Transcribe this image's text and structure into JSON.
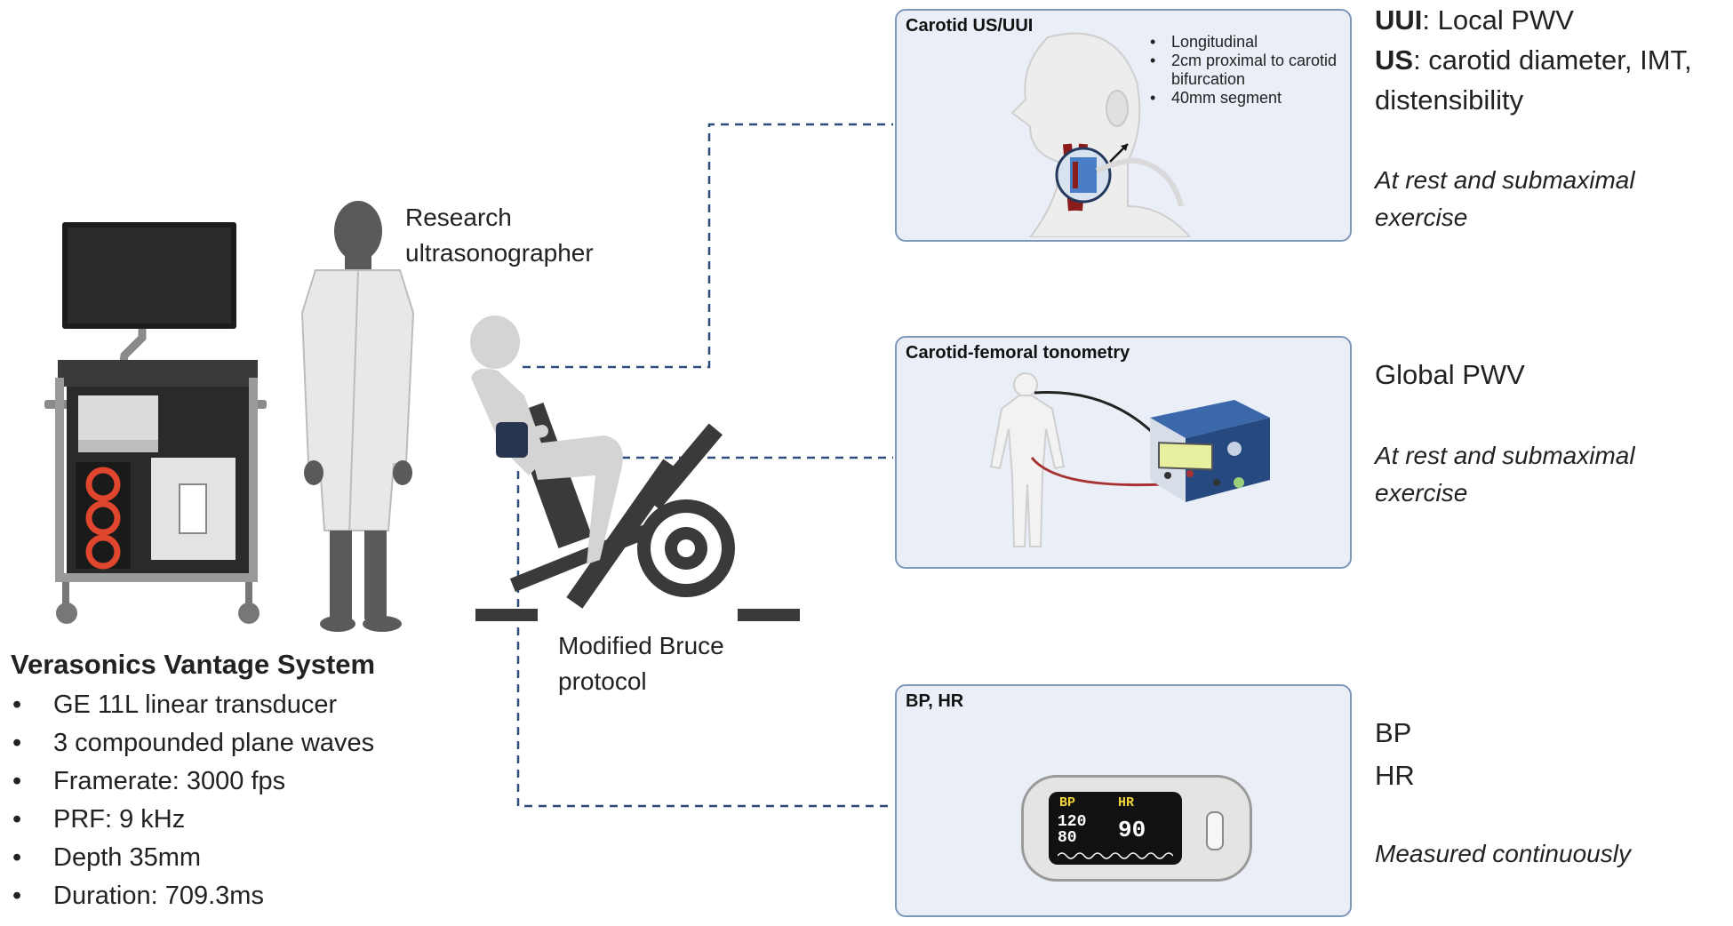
{
  "labels": {
    "researcher": "Research\nultrasonographer",
    "bike": "Modified Bruce\nprotocol"
  },
  "system": {
    "title": "Verasonics Vantage System",
    "items": [
      "GE 11L linear transducer",
      "3 compounded plane waves",
      "Framerate: 3000 fps",
      "PRF: 9 kHz",
      "Depth 35mm",
      "Duration: 709.3ms"
    ]
  },
  "panels": {
    "carotid": {
      "title": "Carotid US/UUI",
      "notes": [
        "Longitudinal",
        "2cm proximal to carotid bifurcation",
        "40mm segment"
      ]
    },
    "tonometry": {
      "title": "Carotid-femoral tonometry"
    },
    "bphr": {
      "title": "BP, HR",
      "display": {
        "bp_label": "BP",
        "hr_label": "HR",
        "systolic": "120",
        "diastolic": "80",
        "hr": "90"
      }
    }
  },
  "outcomes": {
    "carotid": {
      "uui_bold": "UUI",
      "uui_rest": ": Local PWV",
      "us_bold": "US",
      "us_rest": ": carotid diameter, IMT,",
      "us_cont": "distensibility",
      "timing": "At rest and submaximal\nexercise"
    },
    "tonometry": {
      "measure": "Global PWV",
      "timing": "At rest and submaximal\nexercise"
    },
    "bphr": {
      "bp": "BP",
      "hr": "HR",
      "timing": "Measured continuously"
    }
  },
  "colors": {
    "panel_bg": "#e9eef7",
    "panel_border": "#7f97b8",
    "dash_line": "#2e4d7a",
    "silhouette": "#5a5a5a",
    "bike": "#3a3a3a",
    "patient": "#d4d4d4",
    "cuff": "#27344d",
    "artery": "#8b1c1c",
    "probe": "#4a7ec4",
    "device": "#26497f",
    "display_bg": "#111111",
    "display_label": "#f0d23a"
  }
}
